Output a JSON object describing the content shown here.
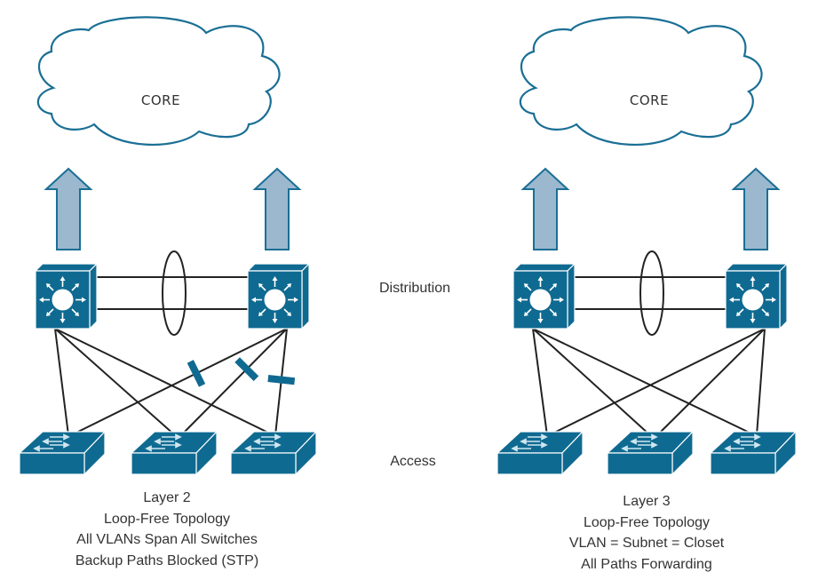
{
  "title": "Layer 2 vs Layer 3 Access-Distribution Design",
  "colors": {
    "device_blue": "#0f6a91",
    "device_highlight": "#dbeef6",
    "arrow_fill": "#9bb8cf",
    "arrow_stroke": "#1a6f95",
    "cloud_stroke": "#1a6f95",
    "link": "#222222",
    "blocked_marker": "#0f6a91",
    "text": "#333333"
  },
  "tiers": {
    "distribution": "Distribution",
    "access": "Access"
  },
  "left": {
    "core_label": "CORE",
    "caption": [
      "Layer 2",
      "Loop-Free Topology",
      "All VLANs Span All Switches",
      "Backup Paths Blocked (STP)"
    ],
    "distribution_switches": [
      "dist-1",
      "dist-2"
    ],
    "access_switches": [
      "access-1",
      "access-2",
      "access-3"
    ],
    "links": [
      {
        "from": "dist-1",
        "to": "access-1",
        "state": "forwarding"
      },
      {
        "from": "dist-1",
        "to": "access-2",
        "state": "forwarding"
      },
      {
        "from": "dist-1",
        "to": "access-3",
        "state": "forwarding"
      },
      {
        "from": "dist-2",
        "to": "access-1",
        "state": "blocked"
      },
      {
        "from": "dist-2",
        "to": "access-2",
        "state": "blocked"
      },
      {
        "from": "dist-2",
        "to": "access-3",
        "state": "blocked"
      }
    ],
    "uplinks_to_core": 2,
    "interconnect": "port-channel (2 links)"
  },
  "right": {
    "core_label": "CORE",
    "caption": [
      "Layer 3",
      "Loop-Free Topology",
      "VLAN = Subnet = Closet",
      "All Paths Forwarding"
    ],
    "distribution_switches": [
      "dist-1",
      "dist-2"
    ],
    "access_switches": [
      "access-1",
      "access-2",
      "access-3"
    ],
    "links": [
      {
        "from": "dist-1",
        "to": "access-1",
        "state": "forwarding"
      },
      {
        "from": "dist-1",
        "to": "access-2",
        "state": "forwarding"
      },
      {
        "from": "dist-1",
        "to": "access-3",
        "state": "forwarding"
      },
      {
        "from": "dist-2",
        "to": "access-1",
        "state": "forwarding"
      },
      {
        "from": "dist-2",
        "to": "access-2",
        "state": "forwarding"
      },
      {
        "from": "dist-2",
        "to": "access-3",
        "state": "forwarding"
      }
    ],
    "uplinks_to_core": 2,
    "interconnect": "port-channel (2 links)"
  }
}
